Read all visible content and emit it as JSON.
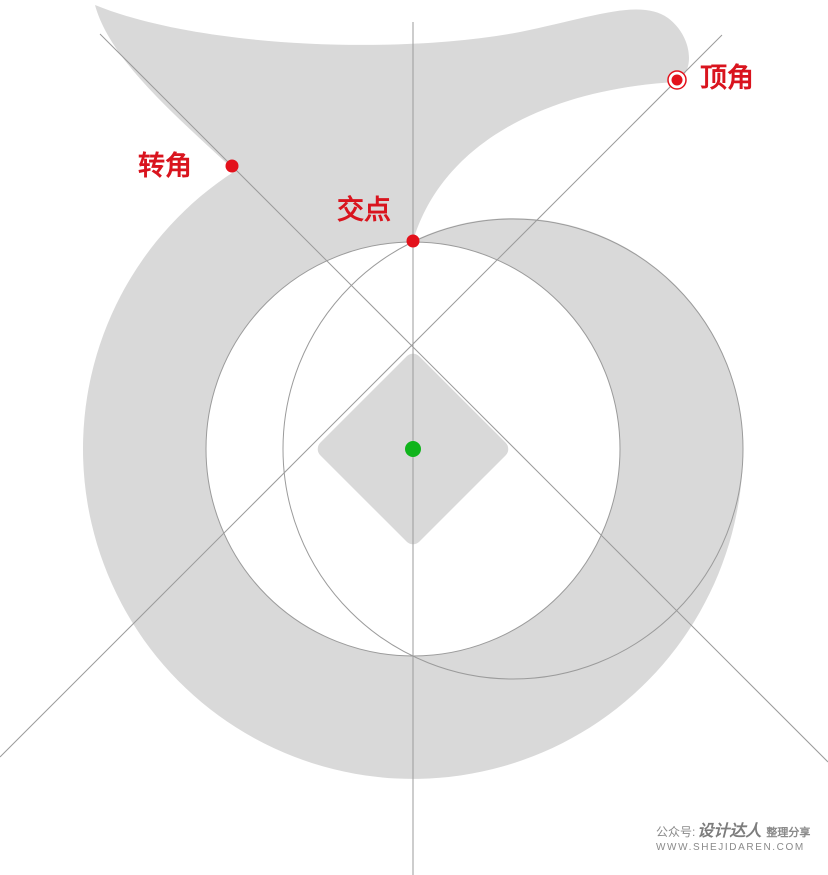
{
  "labels": {
    "corner": "转角",
    "intersection": "交点",
    "apex": "顶角"
  },
  "watermark": {
    "prefix": "公众号:",
    "brand": "设计达人",
    "suffix": "整理分享",
    "url": "WWW.SHEJIDAREN.COM"
  },
  "colors": {
    "shape": "#d9d9d9",
    "counter": "#ffffff",
    "guide_line": "#9b9b9b",
    "marker": "#e3111b",
    "center": "#10b41c",
    "label": "#d9141e",
    "watermark": "#8a8a8a"
  }
}
